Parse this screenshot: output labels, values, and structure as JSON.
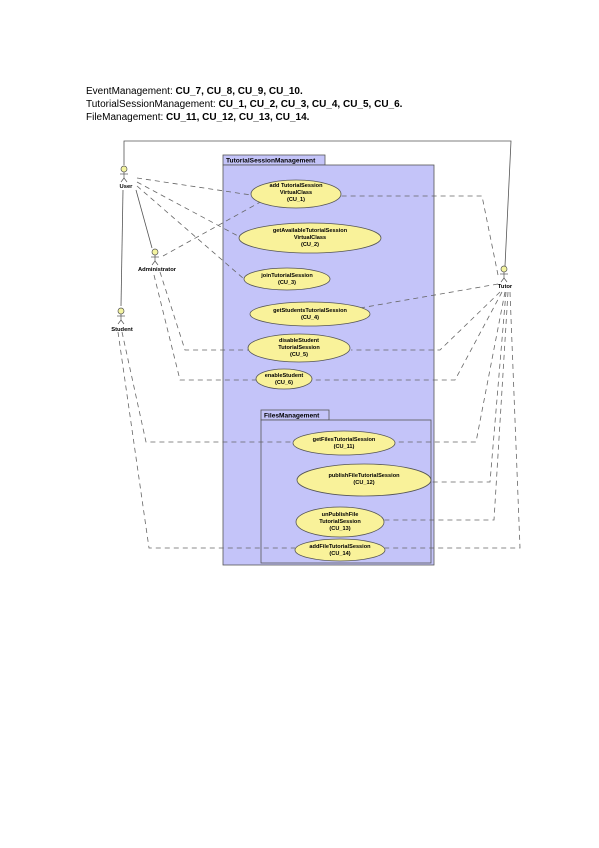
{
  "header": {
    "lines": [
      {
        "prefix": "EventManagement: ",
        "ids": "CU_7, CU_8, CU_9, CU_10."
      },
      {
        "prefix": "TutorialSessionManagement: ",
        "ids": "CU_1, CU_2, CU_3, CU_4, CU_5, CU_6."
      },
      {
        "prefix": "FileManagement: ",
        "ids": "CU_11, CU_12, CU_13, CU_14."
      }
    ]
  },
  "diagram": {
    "packages": [
      {
        "key": "tsm",
        "title": "TutorialSessionManagement"
      },
      {
        "key": "fm",
        "title": "FilesManagement"
      }
    ],
    "actors": [
      {
        "key": "user",
        "name": "User"
      },
      {
        "key": "admin",
        "name": "Administrator"
      },
      {
        "key": "student",
        "name": "Student"
      },
      {
        "key": "tutor",
        "name": "Tutor"
      }
    ],
    "use_cases": [
      {
        "key": "cu1",
        "lines": [
          "add TutorialSession",
          "VirtualClass",
          "(CU_1)"
        ]
      },
      {
        "key": "cu2",
        "lines": [
          "getAvailableTutorialSession",
          "VirtualClass",
          "(CU_2)"
        ]
      },
      {
        "key": "cu3",
        "lines": [
          "joinTutorialSession",
          "(CU_3)"
        ]
      },
      {
        "key": "cu4",
        "lines": [
          "getStudentsTutorialSession",
          "(CU_4)"
        ]
      },
      {
        "key": "cu5",
        "lines": [
          "disableStudent",
          "TutorialSession",
          "(CU_5)"
        ]
      },
      {
        "key": "cu6",
        "lines": [
          "enableStudent",
          "(CU_6)"
        ]
      },
      {
        "key": "cu11",
        "lines": [
          "getFilesTutorialSession",
          "(CU_11)"
        ]
      },
      {
        "key": "cu12",
        "lines": [
          "publishFileTutorialSession",
          "(CU_12)"
        ]
      },
      {
        "key": "cu13",
        "lines": [
          "unPublishFile",
          "TutorialSession",
          "(CU_13)"
        ]
      },
      {
        "key": "cu14",
        "lines": [
          "addFileTutorialSession",
          "(CU_14)"
        ]
      }
    ],
    "colors": {
      "package_fill": "#c4c4f9",
      "package_stroke": "#555555",
      "usecase_fill": "#f9f29a",
      "usecase_stroke": "#555555",
      "actor_fill": "#f4f4a0"
    }
  }
}
